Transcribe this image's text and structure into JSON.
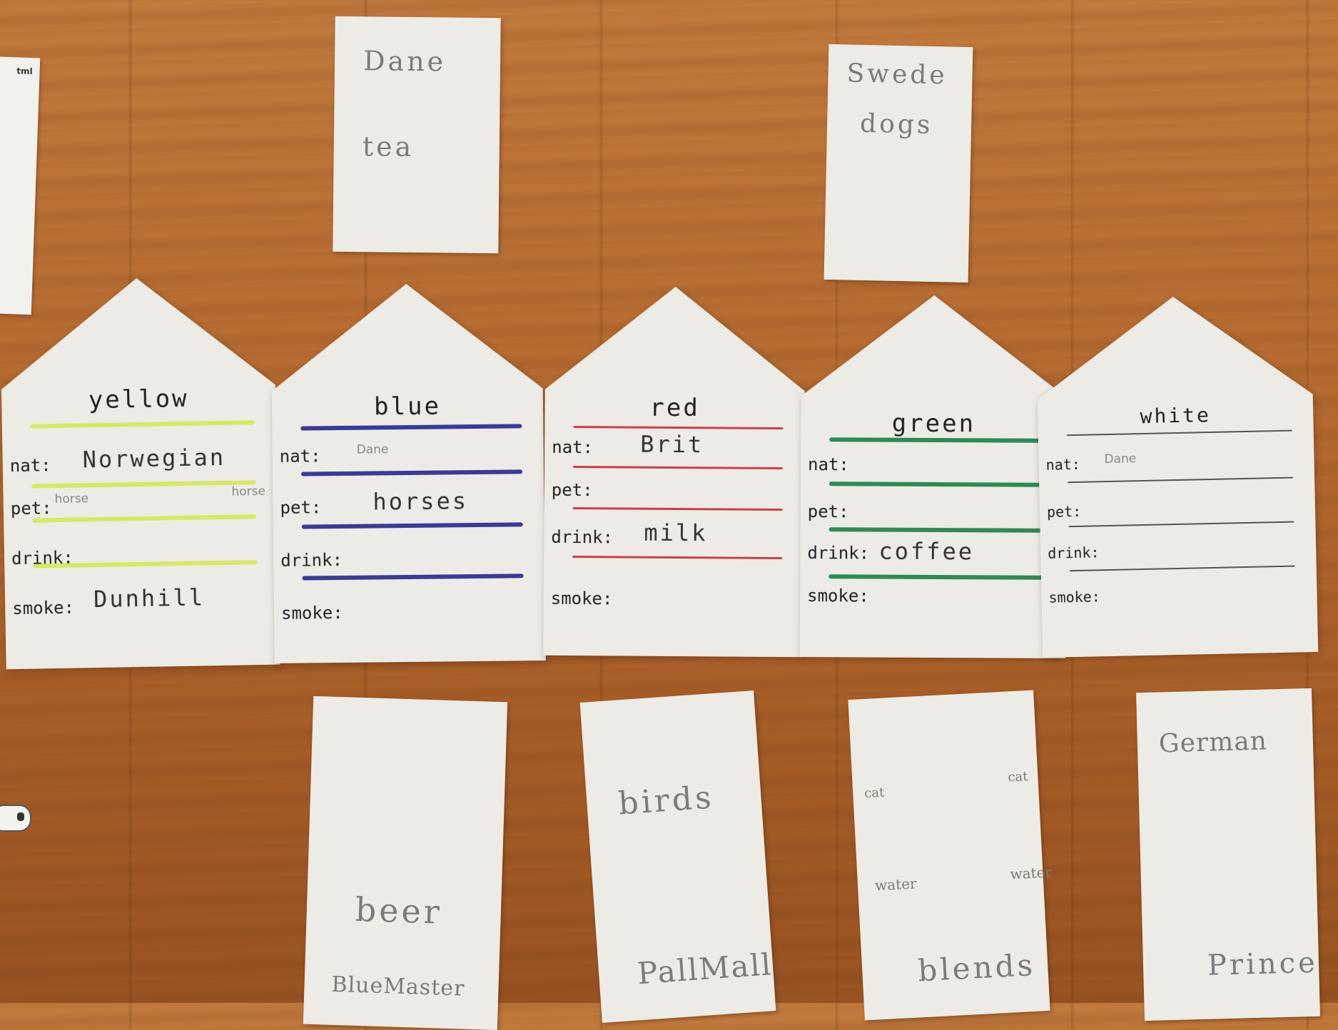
{
  "sheet": {
    "text": "tml"
  },
  "cards_top": [
    {
      "lines": [
        "Dane",
        "tea"
      ]
    },
    {
      "lines": [
        "Swede",
        "dogs"
      ]
    }
  ],
  "houses": [
    {
      "color_name": "yellow",
      "stripe_color": "#d8e860",
      "nat_label": "nat:",
      "nat": "Norwegian",
      "pet_label": "pet:",
      "pet": "",
      "pet_note": "horse",
      "pet_note2": "horse",
      "drink_label": "drink:",
      "drink": "",
      "smoke_label": "smoke:",
      "smoke": "Dunhill"
    },
    {
      "color_name": "blue",
      "stripe_color": "#3a3a9a",
      "nat_label": "nat:",
      "nat": "",
      "nat_note": "Dane",
      "pet_label": "pet:",
      "pet": "horses",
      "drink_label": "drink:",
      "drink": "",
      "smoke_label": "smoke:",
      "smoke": ""
    },
    {
      "color_name": "red",
      "stripe_color": "#c8404a",
      "nat_label": "nat:",
      "nat": "Brit",
      "pet_label": "pet:",
      "pet": "",
      "drink_label": "drink:",
      "drink": "milk",
      "smoke_label": "smoke:",
      "smoke": ""
    },
    {
      "color_name": "green",
      "stripe_color": "#2e8a55",
      "nat_label": "nat:",
      "nat": "",
      "pet_label": "pet:",
      "pet": "",
      "drink_label": "drink:",
      "drink": "coffee",
      "smoke_label": "smoke:",
      "smoke": ""
    },
    {
      "color_name": "white",
      "stripe_color": "#555555",
      "nat_label": "nat:",
      "nat": "",
      "nat_note": "Dane",
      "pet_label": "pet:",
      "pet": "",
      "drink_label": "drink:",
      "drink": "",
      "smoke_label": "smoke:",
      "smoke": ""
    }
  ],
  "cards_bottom": [
    {
      "top": "",
      "bottom": "beer",
      "bottom2": "BlueMaster"
    },
    {
      "top": "birds",
      "bottom": "PallMall"
    },
    {
      "note_tl": "cat",
      "note_tr": "cat",
      "note_bl": "water",
      "note_br": "water",
      "bottom": "blends"
    },
    {
      "top": "German",
      "bottom": "Prince"
    }
  ]
}
